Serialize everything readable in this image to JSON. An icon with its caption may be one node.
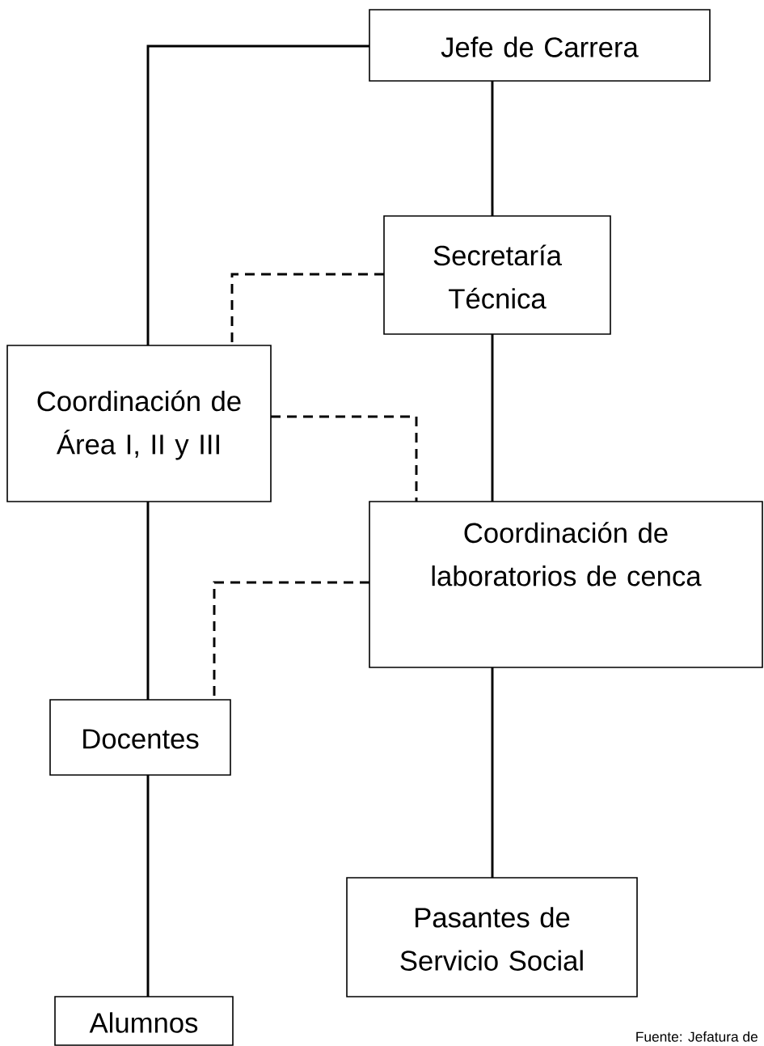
{
  "diagram": {
    "nodes": [
      {
        "text": [
          "Jefe de Carrera"
        ]
      },
      {
        "text": [
          "Secretaría Técnica"
        ]
      },
      {
        "text": [
          "Coordinación de Área I, II y III"
        ]
      },
      {
        "text": [
          "Coordinación de laboratorios de cenca"
        ]
      },
      {
        "text": [
          "Docentes"
        ]
      },
      {
        "text": [
          "Pasantes de Servicio Social"
        ]
      },
      {
        "text": [
          "Alumnos"
        ]
      }
    ],
    "edges": [
      {
        "from": 0,
        "to": 2,
        "arrow": "none"
      },
      {
        "from": 0,
        "to": 1,
        "arrow": "none"
      },
      {
        "from": 1,
        "to": 2,
        "arrow": "none",
        "style": "dashed"
      },
      {
        "from": 1,
        "to": 3,
        "arrow": "none"
      },
      {
        "from": 2,
        "to": 3,
        "arrow": "none",
        "style": "dashed"
      },
      {
        "from": 3,
        "to": 4,
        "arrow": "none",
        "style": "dashed"
      },
      {
        "from": 2,
        "to": 4,
        "arrow": "none"
      },
      {
        "from": 3,
        "to": 5,
        "arrow": "none"
      },
      {
        "from": 4,
        "to": 6,
        "arrow": "none"
      }
    ],
    "labels": [
      "Fuente: Jefatura de"
    ]
  }
}
